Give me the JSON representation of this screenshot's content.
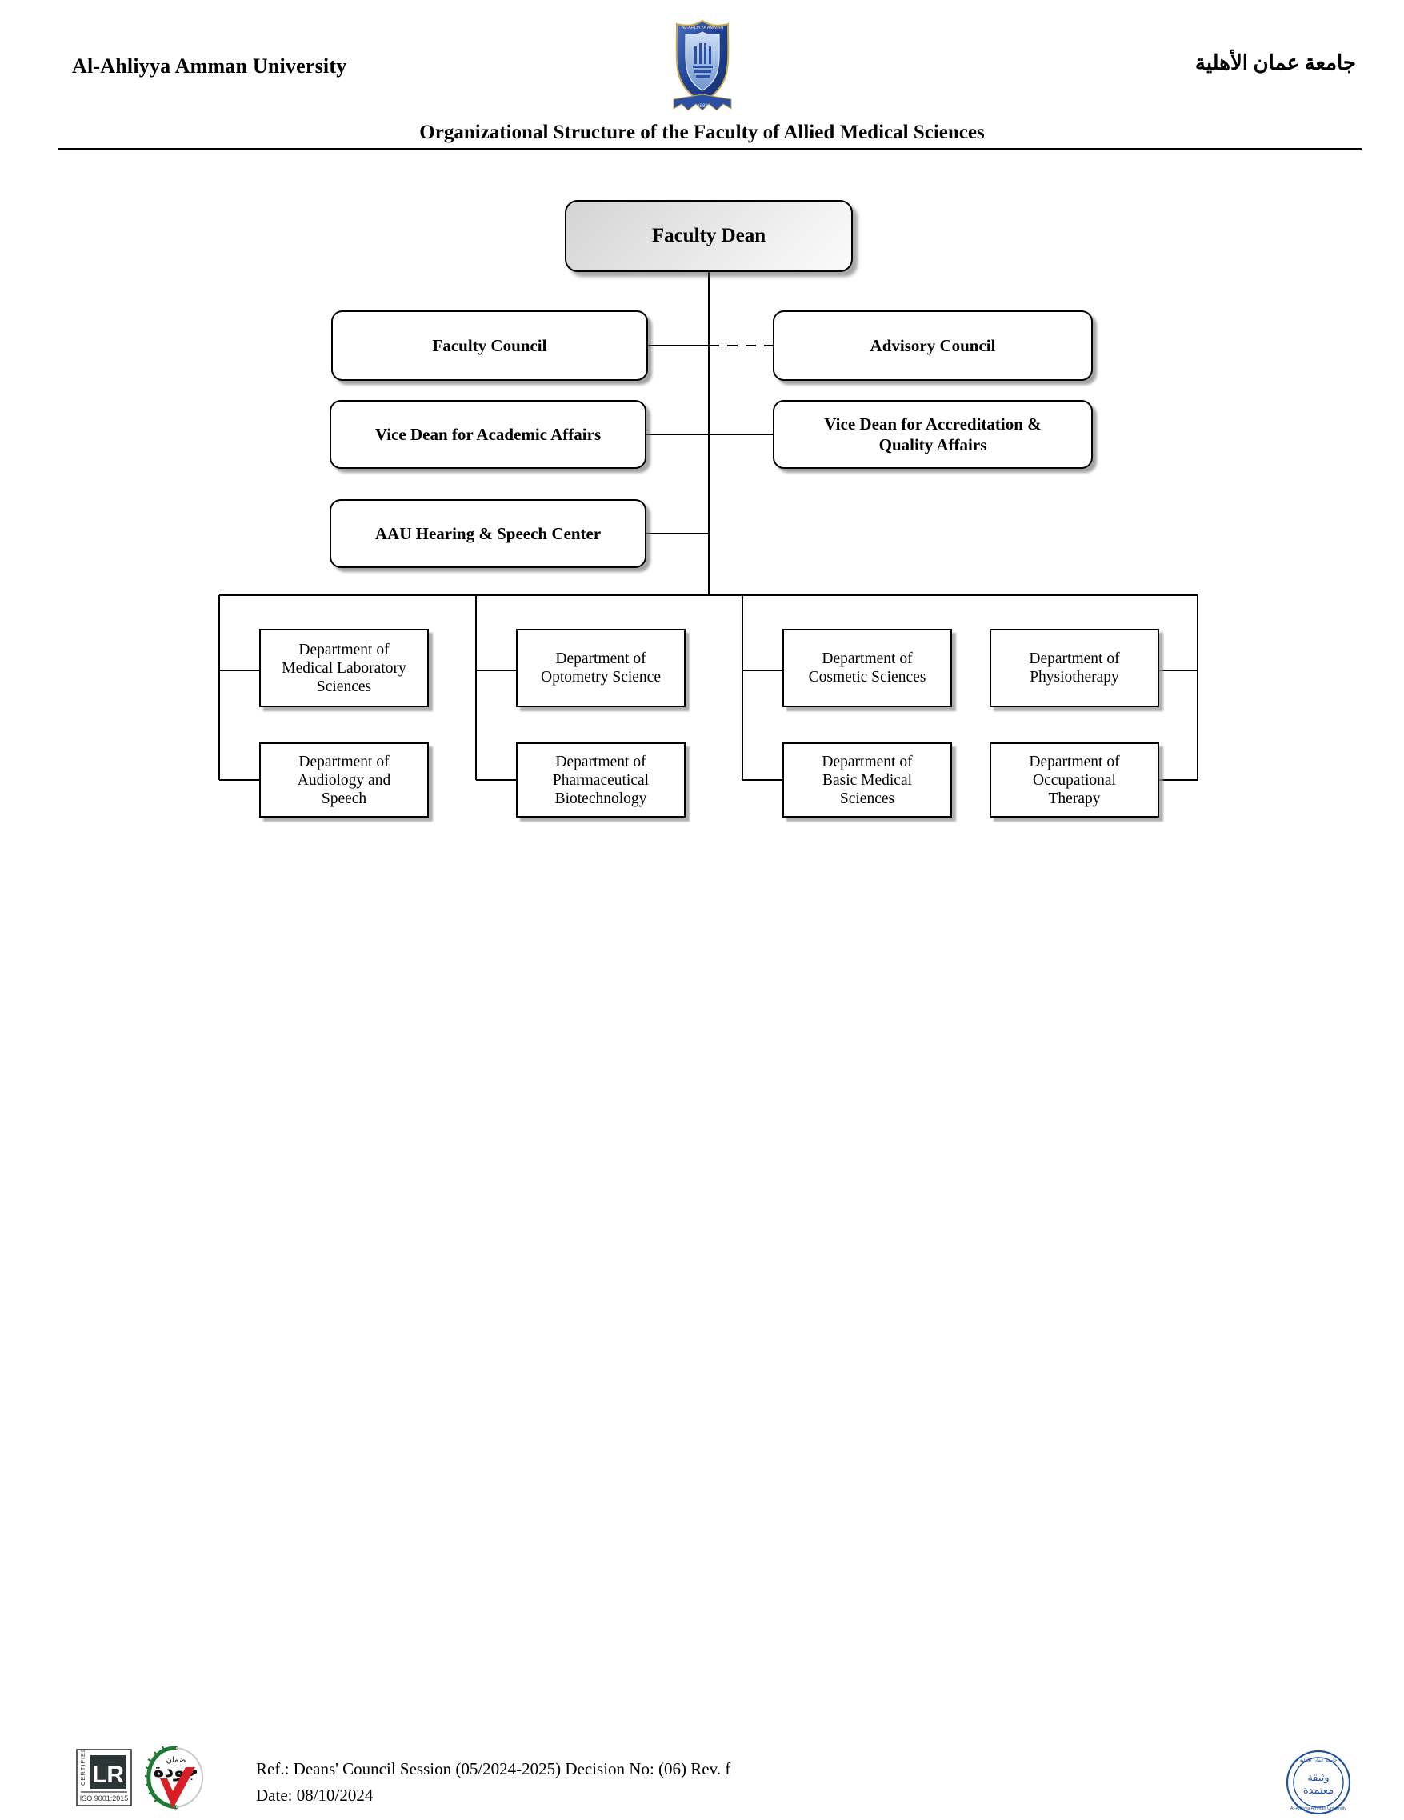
{
  "header": {
    "university_en": "Al-Ahliyya Amman University",
    "university_ar": "جامعة عمان الأهلية",
    "document_title": "Organizational Structure of the Faculty of Allied Medical Sciences",
    "logo_icon": "university-shield-logo"
  },
  "chart_data": {
    "type": "diagram",
    "title": "Organizational Structure of the Faculty of Allied Medical Sciences",
    "root": "Faculty Dean",
    "nodes": {
      "dean": "Faculty Dean",
      "faculty_council": "Faculty Council",
      "advisory_council": "Advisory Council",
      "vice_dean_academic": "Vice Dean for Academic Affairs",
      "vice_dean_accreditation_line1": "Vice Dean for Accreditation &",
      "vice_dean_accreditation_line2": "Quality Affairs",
      "hearing_speech_center": "AAU Hearing & Speech Center",
      "dept_medical_lab_l1": "Department of",
      "dept_medical_lab_l2": "Medical Laboratory",
      "dept_medical_lab_l3": "Sciences",
      "dept_audiology_l1": "Department of",
      "dept_audiology_l2": "Audiology and",
      "dept_audiology_l3": "Speech",
      "dept_optometry_l1": "Department of",
      "dept_optometry_l2": "Optometry Science",
      "dept_pharma_bio_l1": "Department of",
      "dept_pharma_bio_l2": "Pharmaceutical",
      "dept_pharma_bio_l3": "Biotechnology",
      "dept_cosmetic_l1": "Department of",
      "dept_cosmetic_l2": "Cosmetic Sciences",
      "dept_basic_medical_l1": "Department of",
      "dept_basic_medical_l2": "Basic Medical",
      "dept_basic_medical_l3": "Sciences",
      "dept_physiotherapy_l1": "Department of",
      "dept_physiotherapy_l2": "Physiotherapy",
      "dept_occupational_l1": "Department of",
      "dept_occupational_l2": "Occupational",
      "dept_occupational_l3": "Therapy"
    },
    "edges": [
      {
        "from": "dean",
        "to": "faculty_council",
        "style": "solid"
      },
      {
        "from": "dean",
        "to": "advisory_council",
        "style": "dashed"
      },
      {
        "from": "dean",
        "to": "vice_dean_academic",
        "style": "solid"
      },
      {
        "from": "dean",
        "to": "vice_dean_accreditation",
        "style": "solid"
      },
      {
        "from": "dean",
        "to": "hearing_speech_center",
        "style": "solid"
      },
      {
        "from": "dean",
        "to": "departments_bus",
        "style": "solid"
      }
    ],
    "legend": [],
    "grid": false
  },
  "footer": {
    "ref_line": "Ref.: Deans' Council Session (05/2024-2025) Decision No: (06) Rev. f",
    "date_line": "Date: 08/10/2024",
    "iso_logo_label": "CERTIFIED",
    "iso_logo_standard": "ISO 9001:2015",
    "iso_logo_mark": "LR",
    "jawda_logo_text": "جودة",
    "jawda_logo_sub": "ضمان",
    "accredited_stamp_text": "وثيقة معتمدة",
    "iso_icon": "iso-certification-logo",
    "jawda_icon": "jawda-quality-logo",
    "stamp_icon": "accredited-document-stamp"
  },
  "colors": {
    "line": "#000000",
    "box_border": "#000000",
    "dean_fill_start": "#d4d4d4",
    "dean_fill_end": "#fafafa",
    "shadow": "#969696",
    "logo_blue": "#2b4fa2"
  }
}
